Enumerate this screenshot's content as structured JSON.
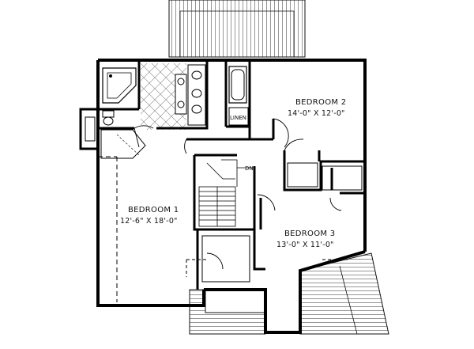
{
  "rooms": {
    "bedroom1": {
      "name": "BEDROOM 1",
      "dims": "12'-6\" X 18'-0\""
    },
    "bedroom2": {
      "name": "BEDROOM 2",
      "dims": "14'-0\" X 12'-0\""
    },
    "bedroom3": {
      "name": "BEDROOM 3",
      "dims": "13'-0\" X 11'-0\""
    }
  },
  "labels": {
    "linen": "LINEN",
    "stair_down": "DN."
  }
}
